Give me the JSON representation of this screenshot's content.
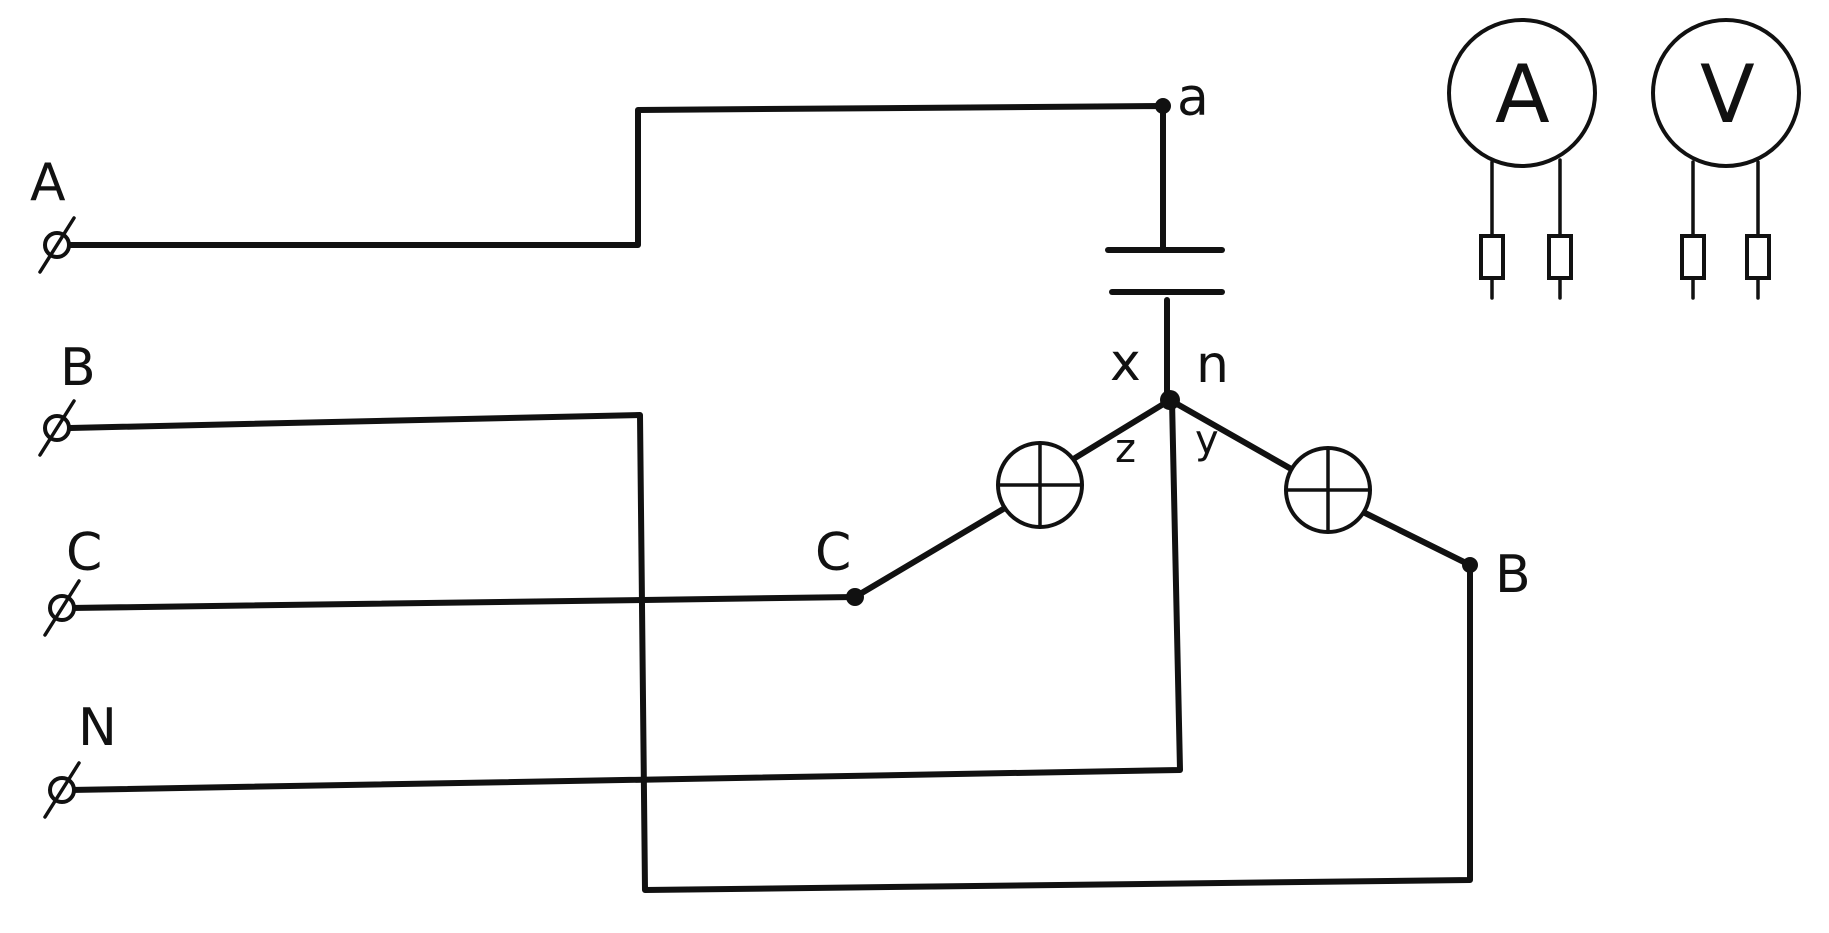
{
  "terminals": {
    "A": "A",
    "B": "B",
    "C": "C",
    "N": "N"
  },
  "capacitor": {
    "top_label": "a",
    "bottom_label": "x"
  },
  "star": {
    "neutral_label": "n",
    "lamp_left_label": "z",
    "lamp_right_label": "y"
  },
  "lamp_ends": {
    "left_label": "C",
    "right_label": "B"
  },
  "meters": {
    "ammeter": "A",
    "voltmeter": "V"
  }
}
